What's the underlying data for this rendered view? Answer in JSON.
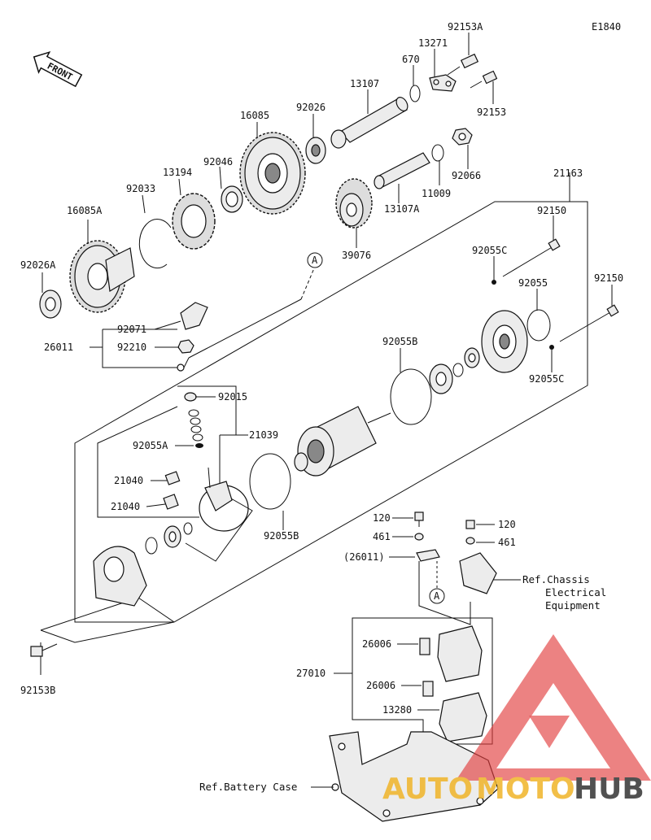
{
  "diagram": {
    "code": "E1840",
    "front_label": "FRONT",
    "parts": {
      "p92153A": "92153A",
      "p13271": "13271",
      "p670": "670",
      "p13107": "13107",
      "p92153": "92153",
      "p16085": "16085",
      "p92026": "92026",
      "p92066": "92066",
      "p13194": "13194",
      "p92046": "92046",
      "p11009": "11009",
      "p21163": "21163",
      "p92033": "92033",
      "p13107A": "13107A",
      "p16085A": "16085A",
      "p92150a": "92150",
      "p39076": "39076",
      "p92055C_top": "92055C",
      "p92026A": "92026A",
      "p92055": "92055",
      "p92150b": "92150",
      "p92071": "92071",
      "p26011": "26011",
      "p92210": "92210",
      "p92055C_bot": "92055C",
      "p92055B_top": "92055B",
      "p92015": "92015",
      "p21039": "21039",
      "p92055A": "92055A",
      "p21040a": "21040",
      "p21040b": "21040",
      "p92055B_bot": "92055B",
      "p120a": "120",
      "p461a": "461",
      "p26011p": "(26011)",
      "p120b": "120",
      "p461b": "461",
      "p26006a": "26006",
      "p27010": "27010",
      "p26006b": "26006",
      "p13280": "13280",
      "p92153B": "92153B"
    },
    "callout_A_top": "A",
    "callout_A_bottom": "A",
    "ref_chassis_line1": "Ref.Chassis",
    "ref_chassis_line2": "Electrical",
    "ref_chassis_line3": "Equipment",
    "ref_battery": "Ref.Battery Case"
  },
  "watermark": {
    "text_auto": "AUTO",
    "text_moto": "MOTO",
    "text_hub": "HUB",
    "colors": {
      "auto": "#f0b429",
      "moto": "#f0b429",
      "hub": "#333333",
      "triangle": "#e23b3b"
    }
  }
}
